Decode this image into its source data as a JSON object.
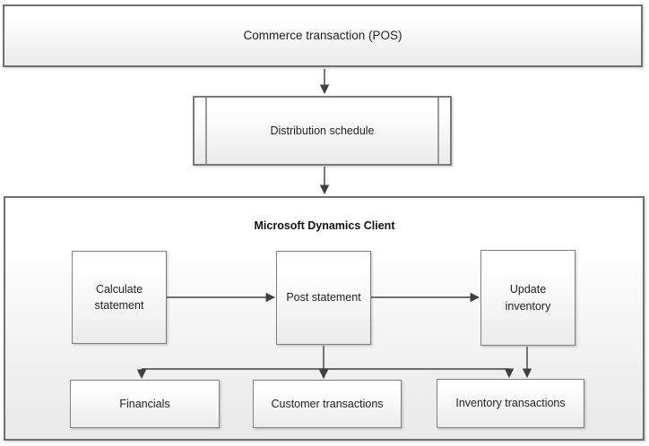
{
  "container": {
    "title": "Microsoft Dynamics Client"
  },
  "nodes": {
    "commerce": {
      "label": "Commerce transaction (POS)"
    },
    "distribution": {
      "label": "Distribution schedule"
    },
    "calculate": {
      "label": "Calculate statement"
    },
    "post": {
      "label": "Post statement"
    },
    "update": {
      "label": "Update inventory"
    },
    "financials": {
      "label": "Financials"
    },
    "customer": {
      "label": "Customer transactions"
    },
    "inventory": {
      "label": "Inventory transactions"
    }
  },
  "colors": {
    "outer_border": "#707070",
    "inner_border": "#808080",
    "predef_bar": "#9a9a9a",
    "arrow": "#404040",
    "text": "#1f1f1f",
    "fill_top": "#ffffff",
    "fill_bottom": "#ebebeb"
  }
}
